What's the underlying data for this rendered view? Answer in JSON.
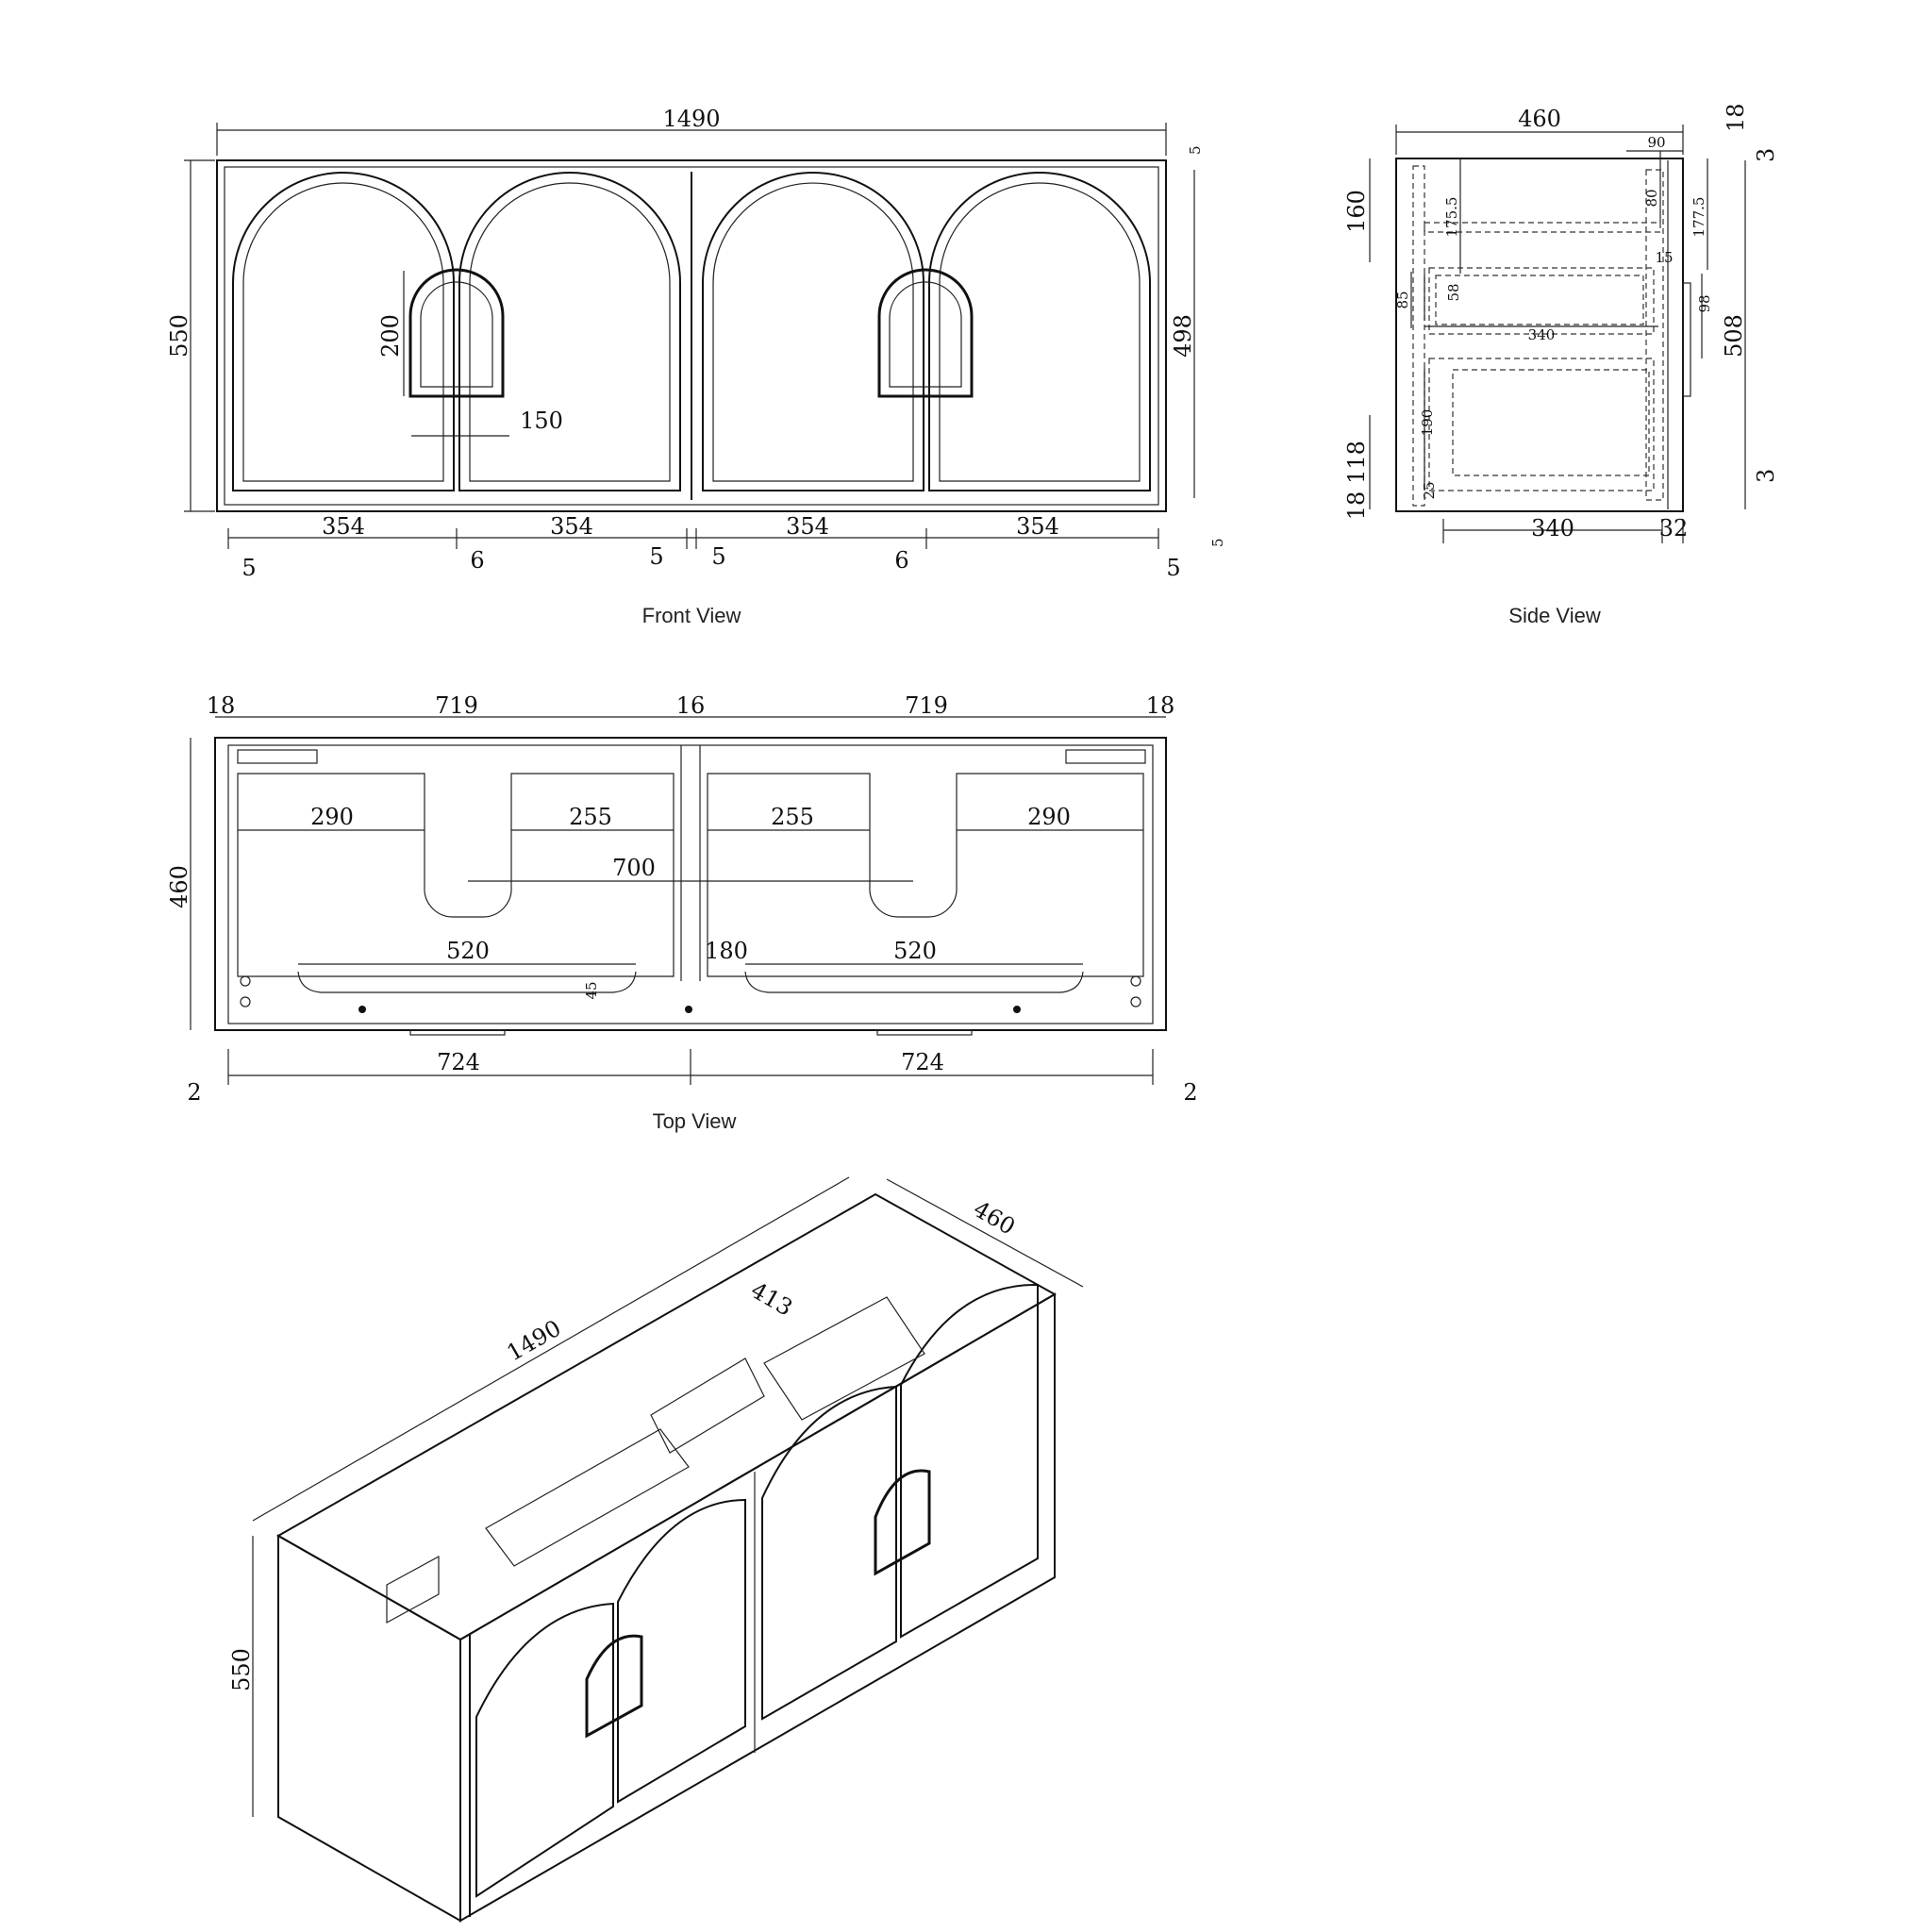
{
  "front_view": {
    "caption": "Front View",
    "dims": {
      "total_width": "1490",
      "height": "550",
      "door_height": "498",
      "top_gap": "5",
      "bottom_gap": "5",
      "handle_height": "200",
      "handle_width": "150",
      "door_w1": "354",
      "door_w2": "354",
      "door_w3": "354",
      "door_w4": "354",
      "gap_left": "5",
      "gap_mid_left": "6",
      "gap_center_left": "5",
      "gap_center_right": "5",
      "gap_mid_right": "6",
      "gap_right": "5"
    }
  },
  "side_view": {
    "caption": "Side View",
    "dims": {
      "depth": "460",
      "d90": "90",
      "t18": "18",
      "t3_top": "3",
      "h160": "160",
      "h175_5": "175.5",
      "h80": "80",
      "h177_5": "177.5",
      "h15": "15",
      "h85": "85",
      "h58": "58",
      "h98": "98",
      "h508": "508",
      "w340_inner": "340",
      "h190": "190",
      "h118": "118",
      "b18": "18",
      "h25": "25",
      "t3_bottom": "3",
      "w340": "340",
      "w32": "32"
    }
  },
  "top_view": {
    "caption": "Top View",
    "dims": {
      "l18": "18",
      "w719_left": "719",
      "m16": "16",
      "w719_right": "719",
      "r18": "18",
      "depth": "460",
      "w290_left": "290",
      "w255_left": "255",
      "w255_right": "255",
      "w290_right": "290",
      "w700": "700",
      "w520_left": "520",
      "w180": "180",
      "w520_right": "520",
      "h45": "45",
      "w724_left": "724",
      "w724_right": "724",
      "g2_left": "2",
      "g2_right": "2"
    }
  },
  "iso_view": {
    "dims": {
      "length": "1490",
      "depth": "460",
      "inner": "413",
      "height": "550"
    }
  }
}
